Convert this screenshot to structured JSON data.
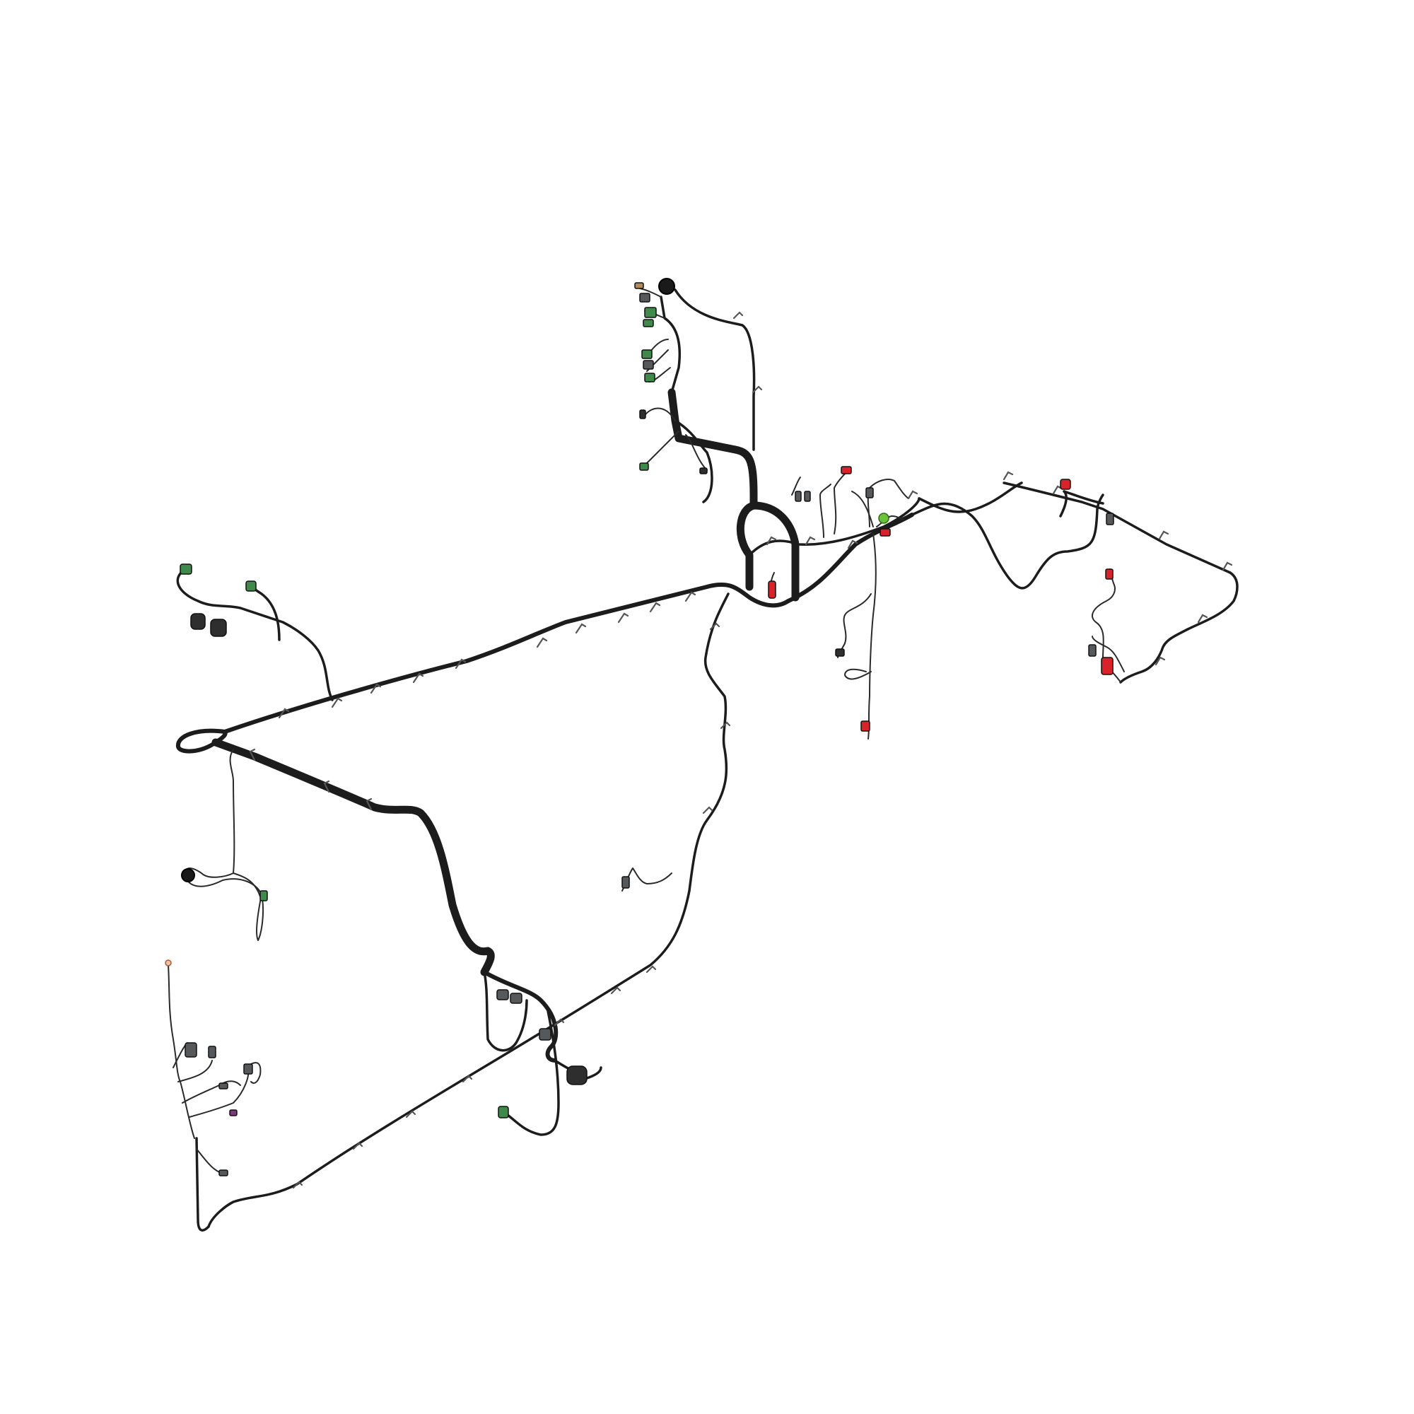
{
  "diagram": {
    "subject": "wire-harness-assembly",
    "background": "#ffffff",
    "colors": {
      "cable": "#1c1c1c",
      "connector_dark": "#2e2e2e",
      "connector_gray": "#55595c",
      "connector_green": "#3f8a4a",
      "connector_bright_green": "#6cc23a",
      "connector_red": "#d8232a",
      "clip": "#555555"
    },
    "connector_groups": [
      {
        "name": "upper-stub-connector-bank",
        "count": 9,
        "color": "connector_green"
      },
      {
        "name": "left-branch-connectors",
        "count": 4,
        "color": "connector_green"
      },
      {
        "name": "left-drop-grommet",
        "count": 1,
        "color": "connector_dark"
      },
      {
        "name": "lower-left-pigtail-connectors",
        "count": 6,
        "color": "connector_gray"
      },
      {
        "name": "center-junction-connectors",
        "count": 6,
        "color": "connector_red"
      },
      {
        "name": "right-run-connectors",
        "count": 5,
        "color": "connector_red"
      },
      {
        "name": "lower-loop-connectors",
        "count": 5,
        "color": "connector_gray"
      }
    ]
  }
}
